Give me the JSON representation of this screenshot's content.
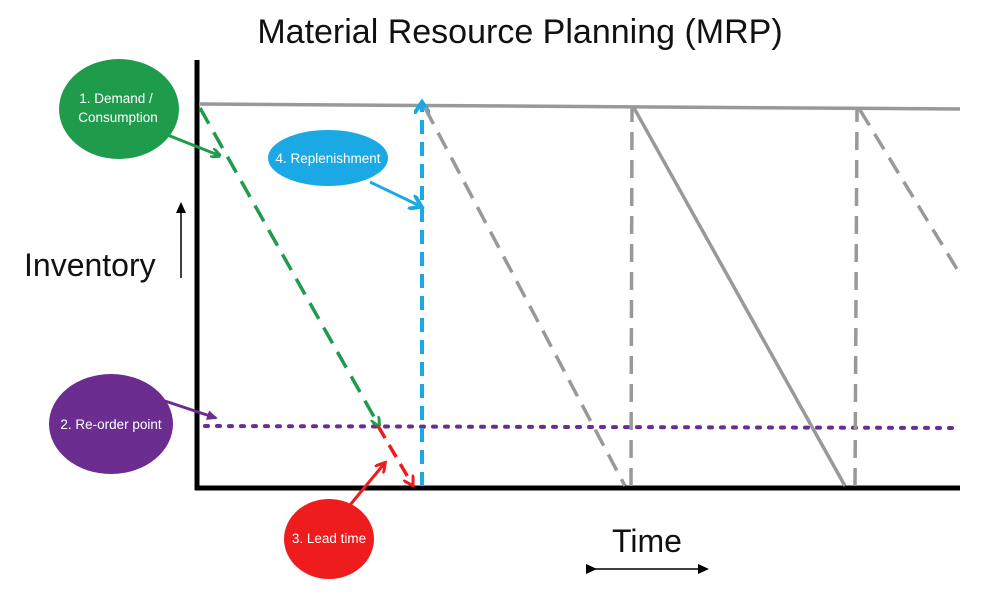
{
  "title": "Material Resource Planning (MRP)",
  "axes": {
    "y_label": "Inventory",
    "x_label": "Time"
  },
  "annotations": {
    "demand": {
      "line1": "1. Demand /",
      "line2": "Consumption"
    },
    "reorder": {
      "text": "2. Re-order point"
    },
    "lead_time": {
      "text": "3. Lead time"
    },
    "replenishment": {
      "text": "4. Replenishment"
    }
  },
  "colors": {
    "demand": "#1e9b4b",
    "reorder": "#6b2d8f",
    "lead_time": "#ee1c1c",
    "replenishment": "#1ba9e6",
    "cycle": "#999999",
    "axis": "#000000"
  }
}
